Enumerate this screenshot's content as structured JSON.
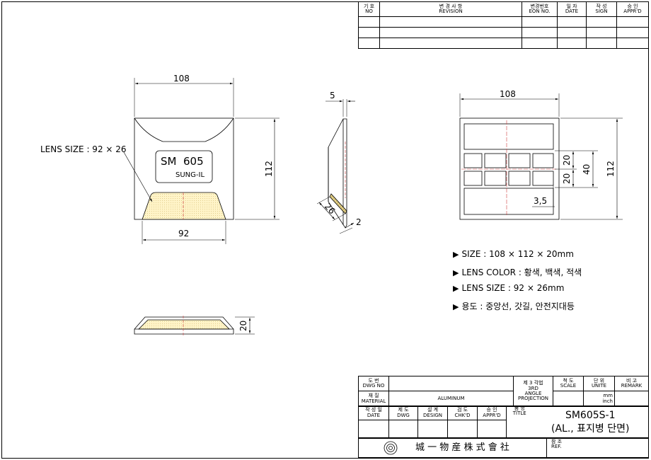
{
  "revision_table": {
    "headers": [
      {
        "kr": "기  호",
        "en": "NO"
      },
      {
        "kr": "변      경      사      항",
        "en": "REVISION"
      },
      {
        "kr": "변경번호",
        "en": "EON NO."
      },
      {
        "kr": "일   자",
        "en": "DATE"
      },
      {
        "kr": "작   성",
        "en": "SIGN"
      },
      {
        "kr": "승   인",
        "en": "APPR'D"
      }
    ]
  },
  "front_view": {
    "width_dim": "108",
    "height_dim": "112",
    "lens_width_dim": "92",
    "lens_label": "LENS SIZE : 92 × 26",
    "model": "SM  605",
    "maker": "SUNG-IL"
  },
  "side_view": {
    "top_dim": "5",
    "lens_dim": "26",
    "bottom_dim": "2"
  },
  "back_view": {
    "width_dim": "108",
    "height_dim": "112",
    "rib_dim_1": "20",
    "rib_dim_2": "20",
    "total_dim": "40",
    "wall_dim": "3,5"
  },
  "bottom_view": {
    "height_dim": "20"
  },
  "specs": [
    "SIZE : 108 × 112 × 20mm",
    "LENS COLOR : 황색, 백색, 적색",
    "LENS SIZE : 92 × 26mm",
    "용도 : 중앙선, 갓길, 안전지대등"
  ],
  "title_block": {
    "dwg_no_kr": "도      번",
    "dwg_no_en": "DWG NO",
    "material_kr": "재      질",
    "material_en": "MATERIAL",
    "material_value": "ALUMINUM",
    "projection_kr": "제 3 각법",
    "projection_en1": "3RD",
    "projection_en2": "ANGLE",
    "projection_en3": "PROJECTION",
    "scale_kr": "척   도",
    "scale_en": "SCALE",
    "unit_kr": "단   위",
    "unit_en": "UNITE",
    "remark_kr": "비   고",
    "remark_en": "REMARK",
    "unit_mm": "mm",
    "unit_inch": "inch",
    "date_kr": "작 성 일",
    "date_en": "DATE",
    "dwg_kr": "제   도",
    "dwg_en": "DWG",
    "design_kr": "설   계",
    "design_en": "DESIGN",
    "chkd_kr": "검   도",
    "chkd_en": "CHK'D",
    "apprd_kr": "승   인",
    "apprd_en": "APPR'D",
    "title_kr": "품   명",
    "title_en": "TITLE",
    "title_value_1": "SM605S-1",
    "title_value_2": "(AL., 표지병 단면)",
    "company": "城 一 物 産 株 式 會 社",
    "ref_kr": "참   조",
    "ref_en": "REF."
  }
}
